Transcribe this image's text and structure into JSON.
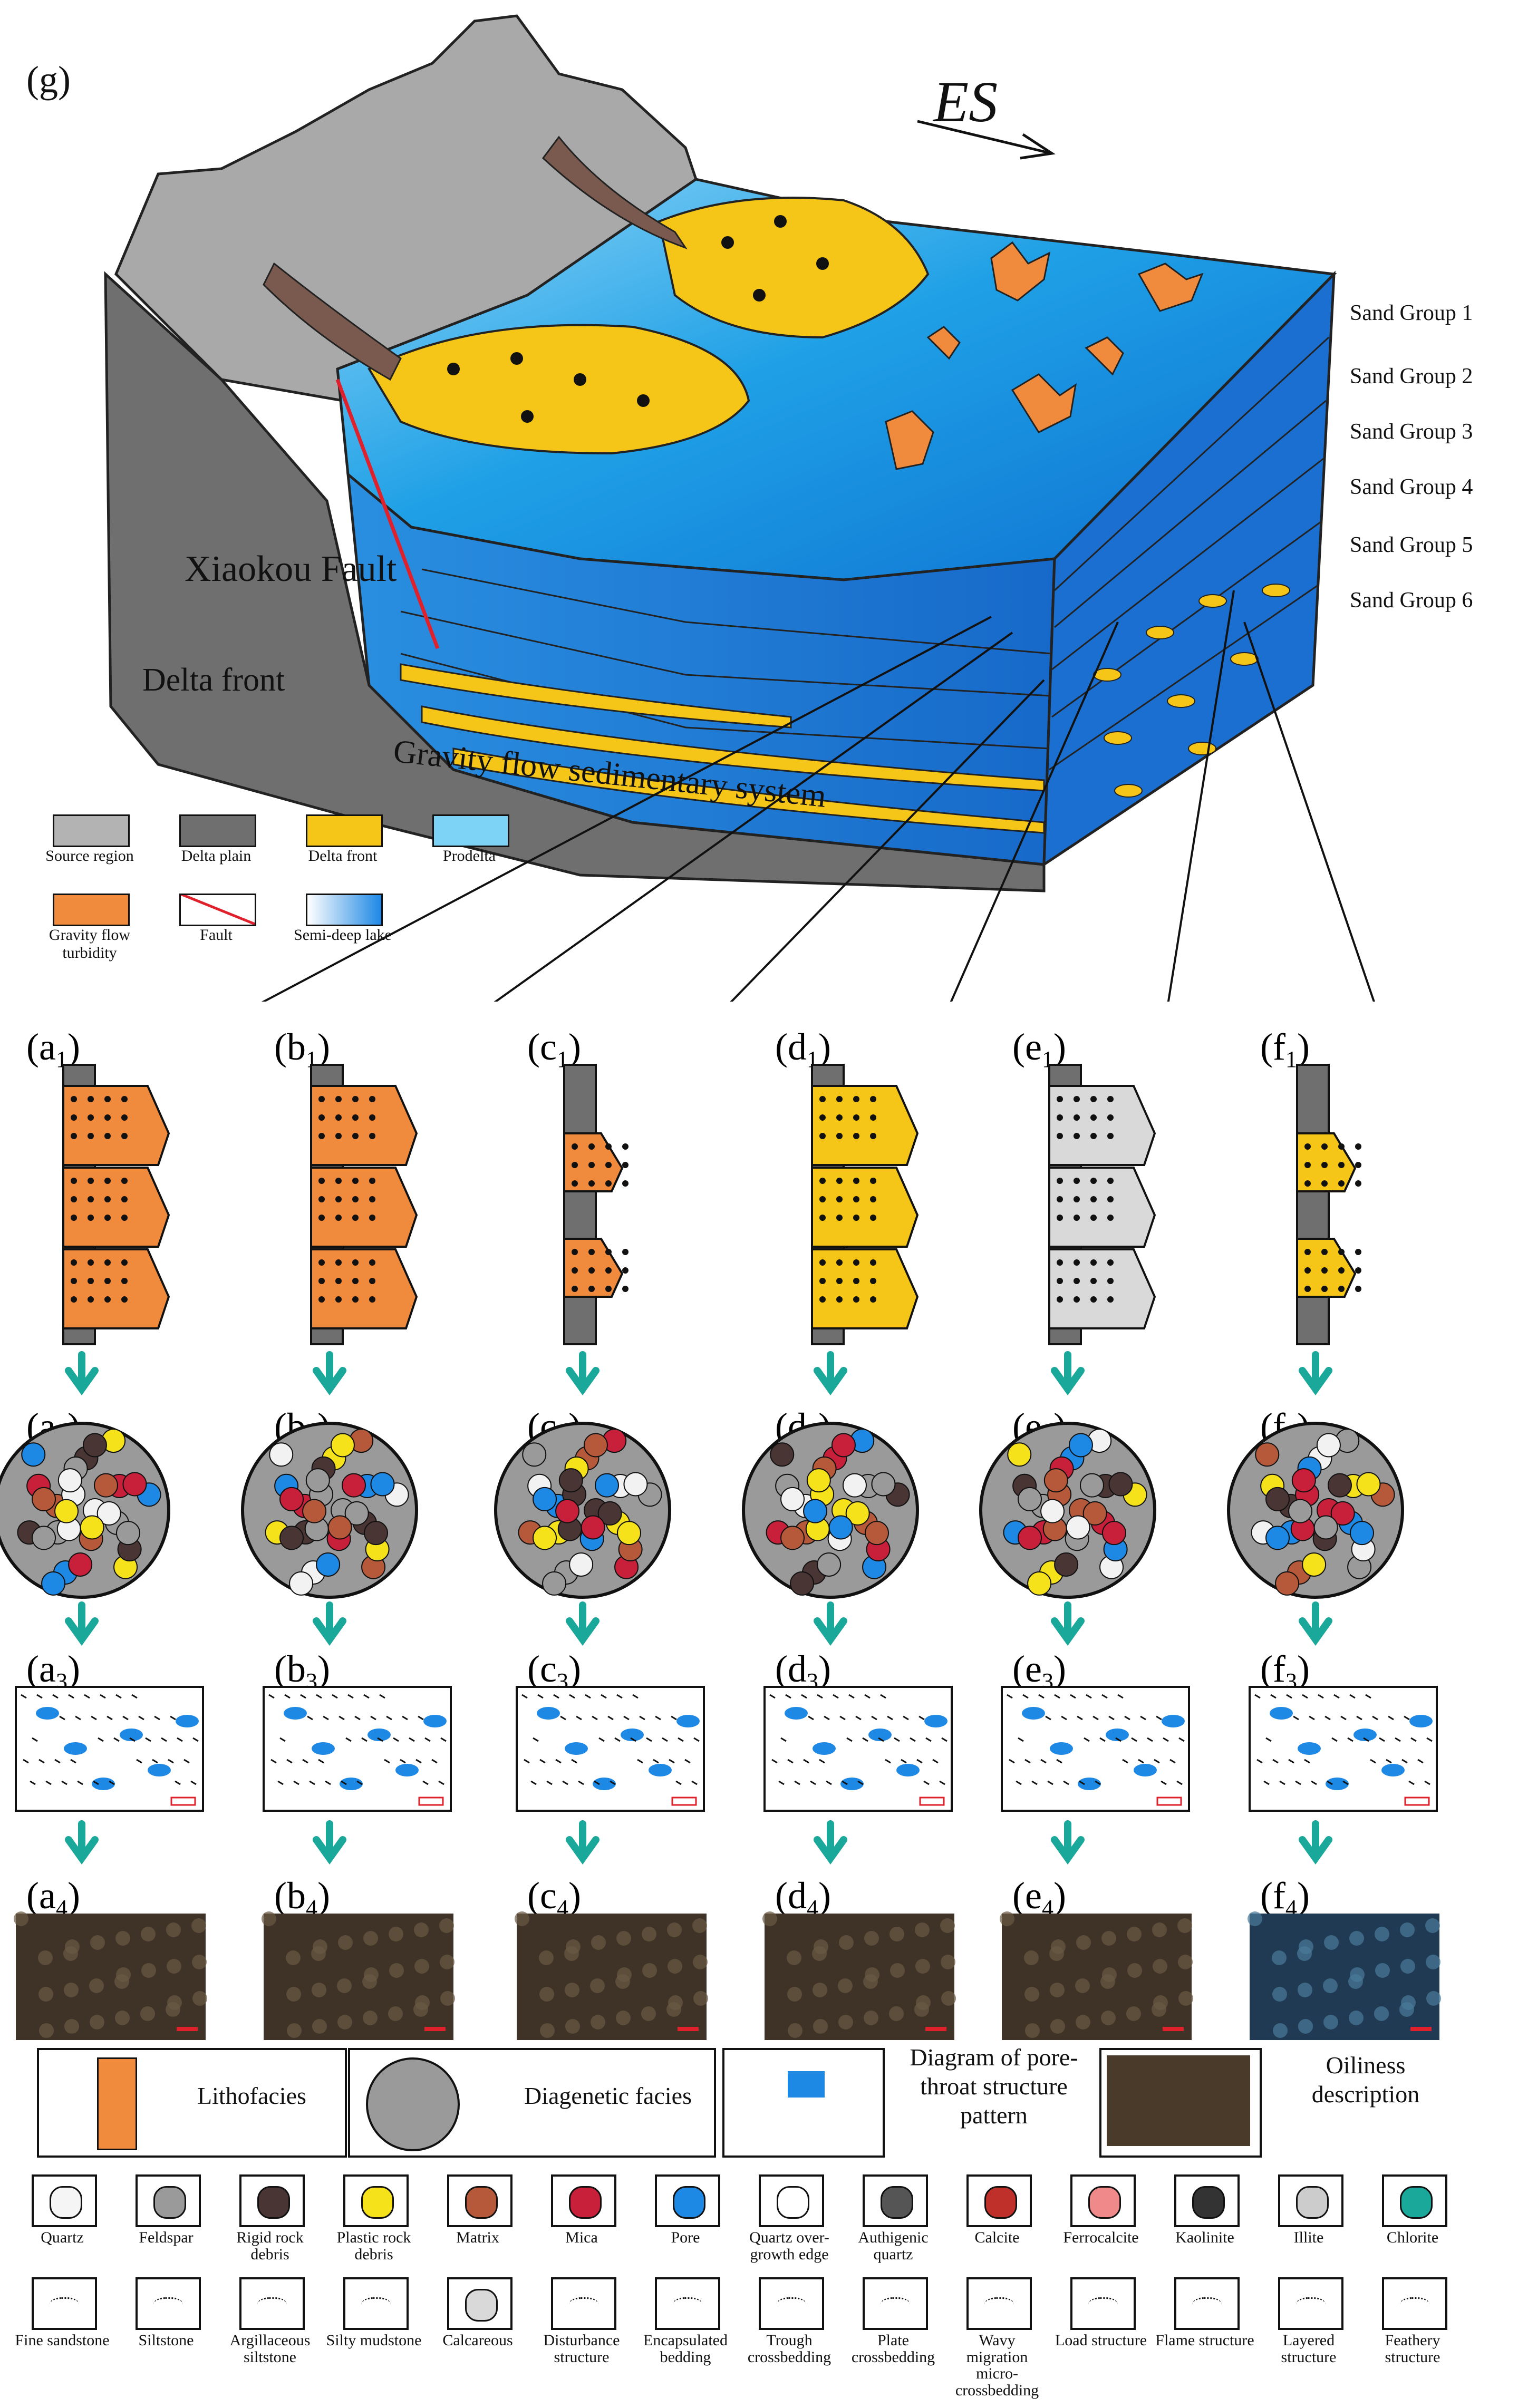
{
  "figure": {
    "panel_label": "(g)",
    "direction_label": "ES",
    "fault_label": "Xiaokou Fault",
    "system_label_left": "Delta front",
    "system_label_right": "Gravity flow sedimentary system"
  },
  "sand_groups": [
    "Sand Group 1",
    "Sand Group 2",
    "Sand Group 3",
    "Sand Group 4",
    "Sand Group 5",
    "Sand Group 6"
  ],
  "block_legend": [
    {
      "label": "Source region",
      "color": "#b3b3b3"
    },
    {
      "label": "Delta plain",
      "color": "#7a7a7a"
    },
    {
      "label": "Delta front",
      "color": "#f5c518"
    },
    {
      "label": "Prodelta",
      "color": "#7dd3f5"
    },
    {
      "label": "Gravity flow turbidity",
      "color": "#f08a3c"
    },
    {
      "label": "Fault",
      "color": "#e0202a"
    },
    {
      "label": "Semi-deep lake",
      "color": "#1e88e5"
    }
  ],
  "columns": [
    {
      "letter": "a",
      "fill": "#f08a3c"
    },
    {
      "letter": "b",
      "fill": "#f08a3c"
    },
    {
      "letter": "c",
      "fill": "#f08a3c"
    },
    {
      "letter": "d",
      "fill": "#f5c518"
    },
    {
      "letter": "e",
      "fill": "#d9d9d9"
    },
    {
      "letter": "f",
      "fill": "#f5c518"
    }
  ],
  "key": {
    "lithofacies": "Lithofacies",
    "diagenetic": "Diagenetic facies",
    "pore_throat": "Diagram of pore-throat structure pattern",
    "oiliness": "Oiliness description"
  },
  "mineral_legend": [
    "Quartz",
    "Feldspar",
    "Rigid rock debris",
    "Plastic rock debris",
    "Matrix",
    "Mica",
    "Pore",
    "Quartz over-growth edge",
    "Authigenic quartz",
    "Calcite",
    "Ferrocalcite",
    "Kaolinite",
    "Illite",
    "Chlorite"
  ],
  "structure_legend": [
    "Fine sandstone",
    "Siltstone",
    "Argillaceous siltstone",
    "Silty mudstone",
    "Calcareous",
    "Disturbance structure",
    "Encapsulated bedding",
    "Trough crossbedding",
    "Plate crossbedding",
    "Wavy migration micro-crossbedding",
    "Load structure",
    "Flame structure",
    "Layered structure",
    "Feathery structure"
  ]
}
